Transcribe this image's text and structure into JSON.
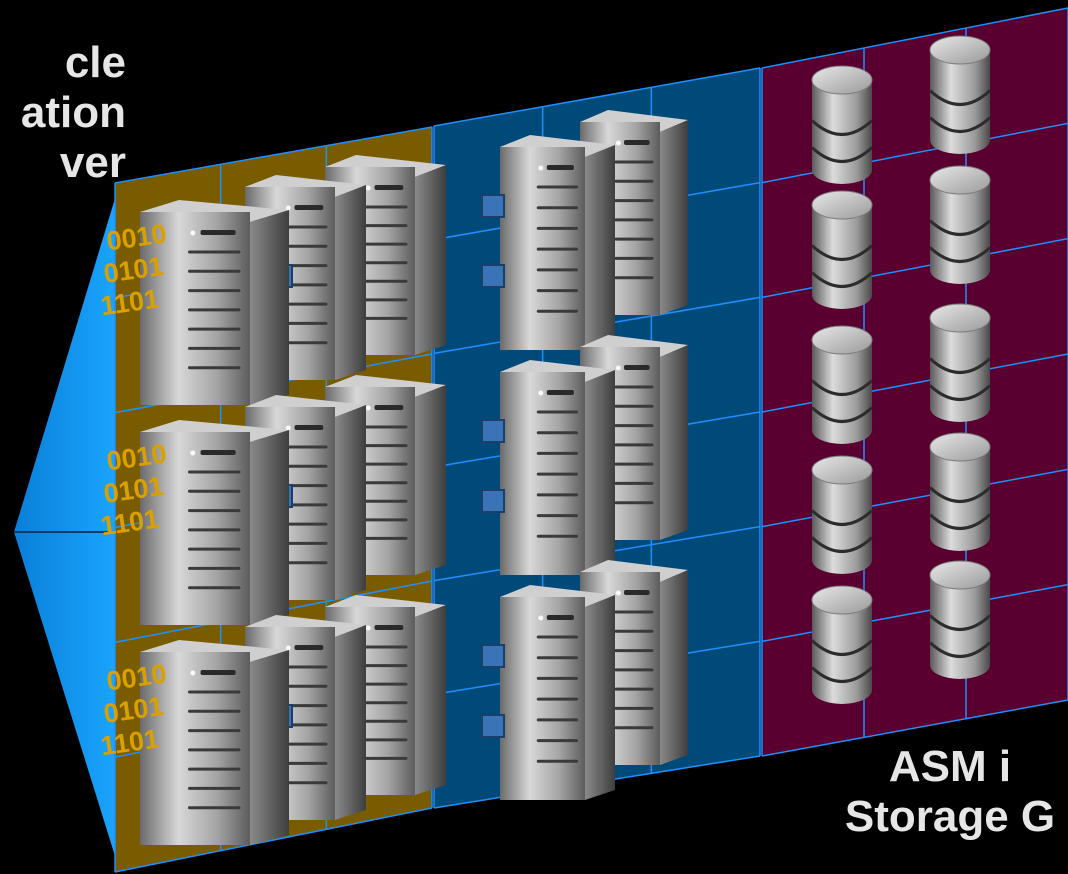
{
  "labels": {
    "left_lines": [
      "cle",
      "ation",
      "ver"
    ],
    "right_lines": [
      "ASM i",
      "Storage G"
    ]
  },
  "binary_text": [
    "0010",
    "0101",
    "1101"
  ],
  "icons": {
    "server": "server-tower-icon",
    "disk": "disk-cylinder-icon",
    "chip": "cpu-chip-icon"
  },
  "colors": {
    "background": "#000000",
    "panel_gold": "#7a5c00",
    "panel_blue": "#004a7a",
    "panel_crimson": "#5a0030",
    "grid_line": "#1f8fff",
    "wedge": "#0a8fe8",
    "binary_text": "#d9a000",
    "chip": "#3a74b6"
  }
}
